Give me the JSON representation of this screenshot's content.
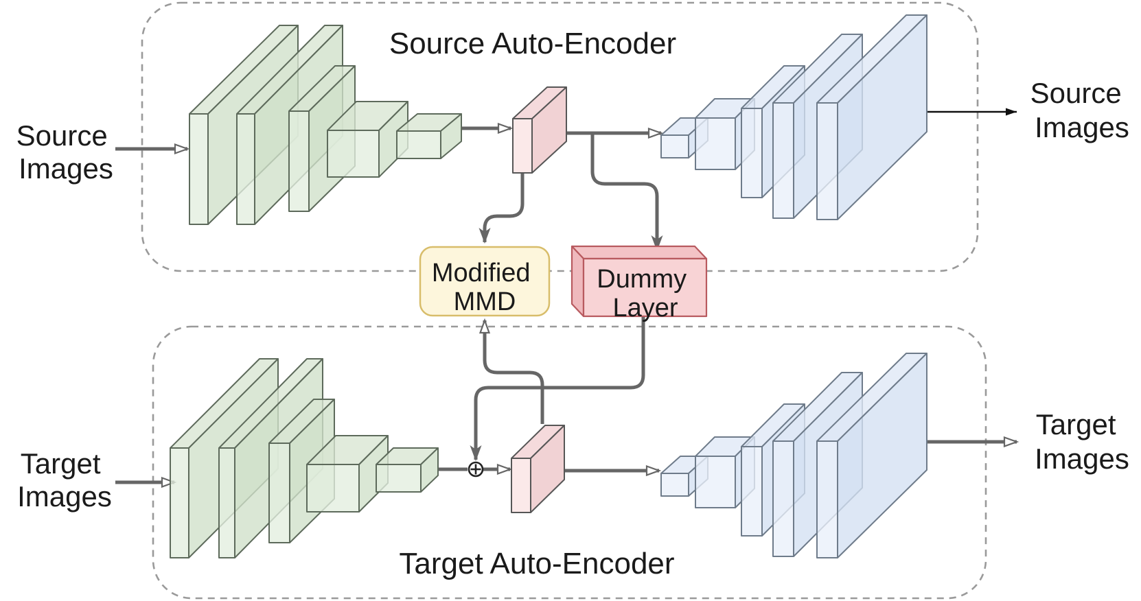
{
  "figure": {
    "source": {
      "title": "Source Auto-Encoder",
      "input_label": [
        "Source",
        "Images"
      ],
      "output_label": [
        "Source",
        "Images"
      ]
    },
    "target": {
      "title": "Target Auto-Encoder",
      "input_label": [
        "Target",
        "Images"
      ],
      "output_label": [
        "Target",
        "Images"
      ]
    },
    "mmd": {
      "label": [
        "Modified",
        "MMD"
      ]
    },
    "dummy": {
      "label": [
        "Dummy",
        "Layer"
      ]
    },
    "sum_node": {
      "symbol": "⊕",
      "meaning": "element-wise-sum"
    },
    "colors": {
      "encoder_green_fill": "#e3eedf",
      "decoder_blue_fill": "#e9effa",
      "latent_pink_fill": "#fae3e3",
      "mmd_yellow_fill": "#fdf6dc",
      "mmd_yellow_stroke": "#d8bd6a",
      "dummy_red_fill": "#f8d3d5",
      "dummy_red_stroke": "#b85a5f",
      "arrow_gray": "#666666",
      "dashed_border_gray": "#9a9a9a",
      "text_black": "#1a1a1a"
    }
  }
}
